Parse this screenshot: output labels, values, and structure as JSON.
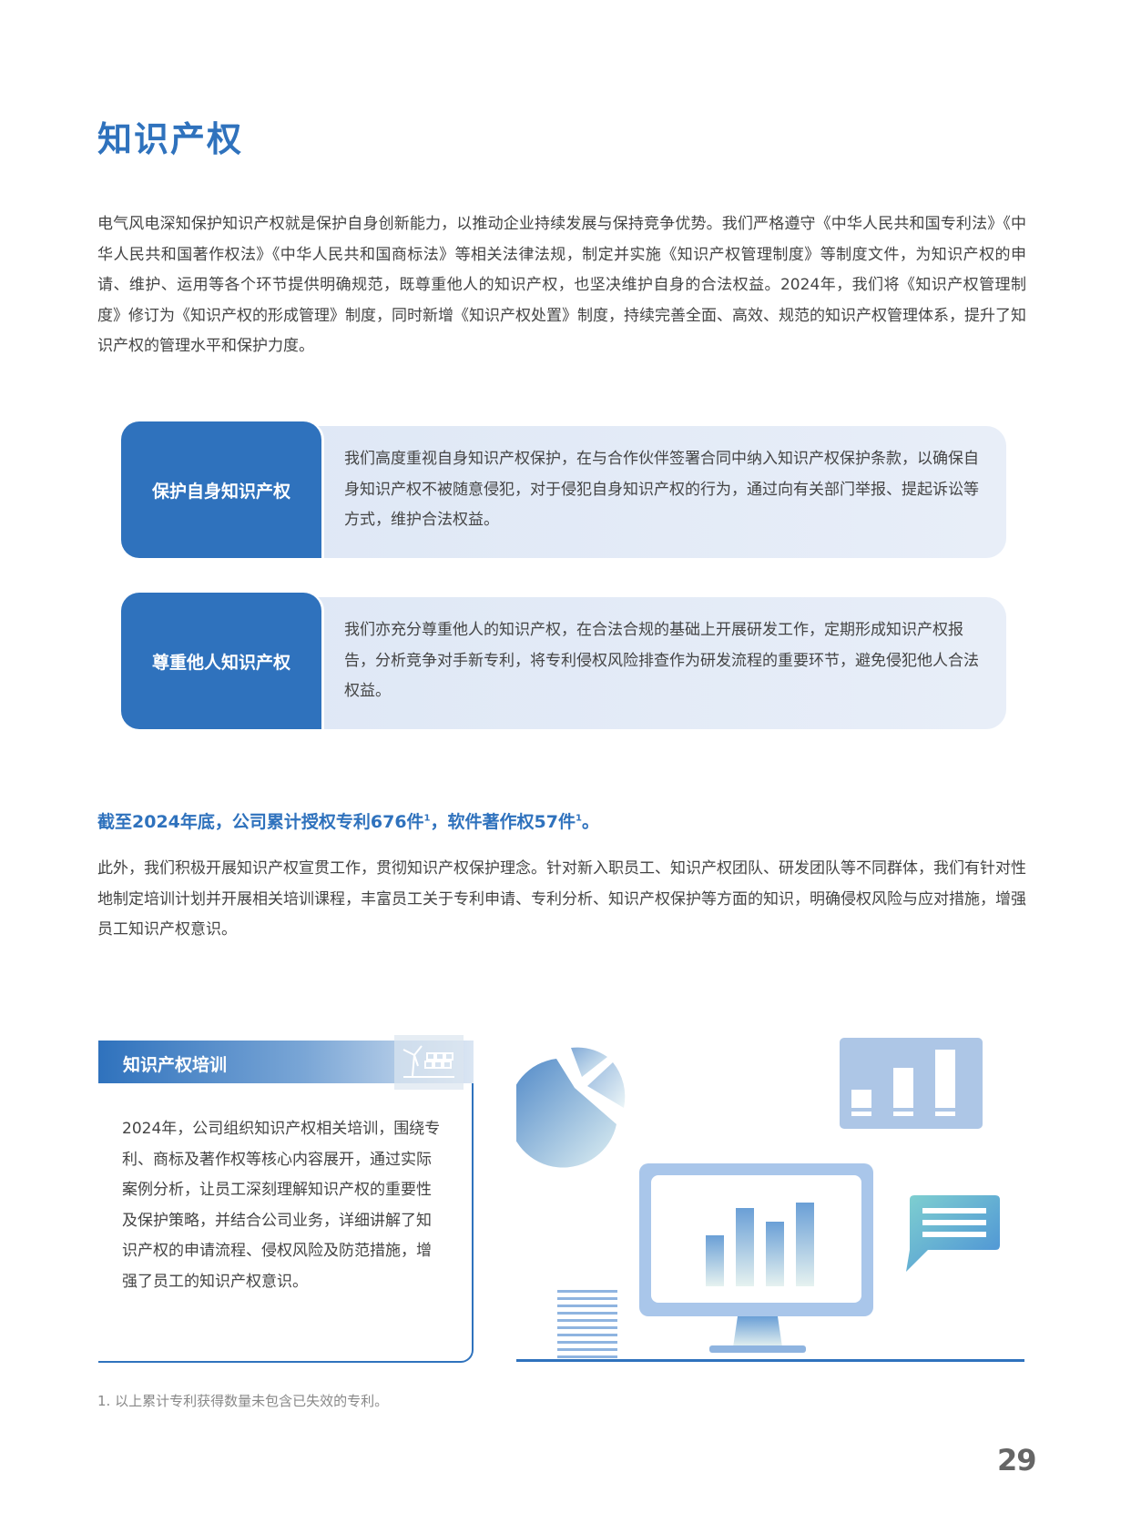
{
  "title": "知识产权",
  "intro": "电气风电深知保护知识产权就是保护自身创新能力，以推动企业持续发展与保持竞争优势。我们严格遵守《中华人民共和国专利法》《中华人民共和国著作权法》《中华人民共和国商标法》等相关法律法规，制定并实施《知识产权管理制度》等制度文件，为知识产权的申请、维护、运用等各个环节提供明确规范，既尊重他人的知识产权，也坚决维护自身的合法权益。2024年，我们将《知识产权管理制度》修订为《知识产权的形成管理》制度，同时新增《知识产权处置》制度，持续完善全面、高效、规范的知识产权管理体系，提升了知识产权的管理水平和保护力度。",
  "cards": [
    {
      "label": "保护自身知识产权",
      "text": "我们高度重视自身知识产权保护，在与合作伙伴签署合同中纳入知识产权保护条款，以确保自身知识产权不被随意侵犯，对于侵犯自身知识产权的行为，通过向有关部门举报、提起诉讼等方式，维护合法权益。"
    },
    {
      "label": "尊重他人知识产权",
      "text": "我们亦充分尊重他人的知识产权，在合法合规的基础上开展研发工作，定期形成知识产权报告，分析竞争对手新专利，将专利侵权风险排查作为研发流程的重要环节，避免侵犯他人合法权益。"
    }
  ],
  "highlight": {
    "part1": "截至2024年底，公司累计授权专利676件",
    "sup1": "1",
    "part2": "，软件著作权57件",
    "sup2": "1",
    "part3": "。"
  },
  "para2": "此外，我们积极开展知识产权宣贯工作，贯彻知识产权保护理念。针对新入职员工、知识产权团队、研发团队等不同群体，我们有针对性地制定培训计划并开展相关培训课程，丰富员工关于专利申请、专利分析、知识产权保护等方面的知识，明确侵权风险与应对措施，增强员工知识产权意识。",
  "training": {
    "title": "知识产权培训",
    "text": "2024年，公司组织知识产权相关培训，围绕专利、商标及著作权等核心内容展开，通过实际案例分析，让员工深刻理解知识产权的重要性及保护策略，并结合公司业务，详细讲解了知识产权的申请流程、侵权风险及防范措施，增强了员工的知识产权意识。"
  },
  "footnote": "1. 以上累计专利获得数量未包含已失效的专利。",
  "page_number": "29",
  "colors": {
    "accent": "#2f72bd"
  }
}
